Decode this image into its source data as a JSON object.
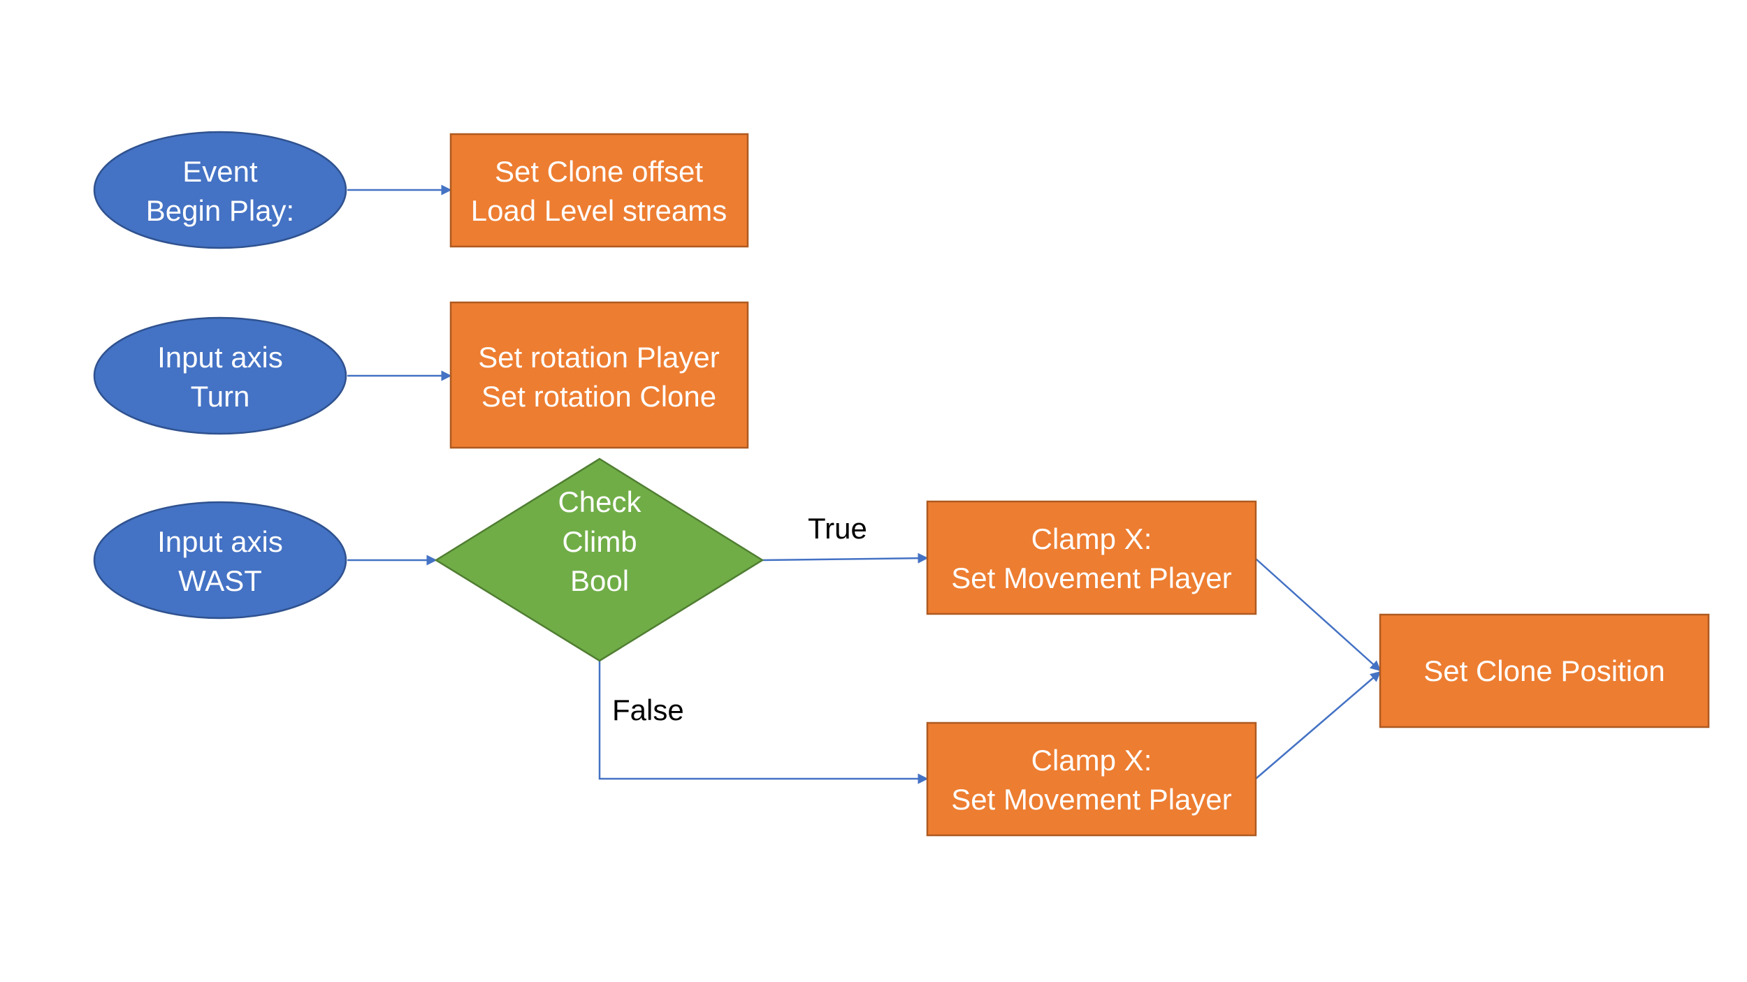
{
  "colors": {
    "start_fill": "#4472C4",
    "start_stroke": "#2F528F",
    "process_fill": "#ED7D31",
    "process_stroke": "#AE5A21",
    "decision_fill": "#70AD47",
    "decision_stroke": "#507E32",
    "edge": "#4472C4",
    "node_text": "#FFFFFF",
    "label_text": "#000000"
  },
  "nodes": {
    "event_begin_play": {
      "line1": "Event",
      "line2": "Begin Play:"
    },
    "set_clone_offset": {
      "line1": "Set Clone offset",
      "line2": "Load Level streams"
    },
    "input_axis_turn": {
      "line1": "Input axis",
      "line2": "Turn"
    },
    "set_rotation": {
      "line1": "Set rotation Player",
      "line2": "Set rotation Clone"
    },
    "input_axis_wast": {
      "line1": "Input axis",
      "line2": "WAST"
    },
    "check_climb_bool": {
      "line1": "Check",
      "line2": "Climb",
      "line3": "Bool"
    },
    "clamp_true": {
      "line1": "Clamp X:",
      "line2": "Set Movement Player"
    },
    "clamp_false": {
      "line1": "Clamp X:",
      "line2": "Set Movement Player"
    },
    "set_clone_position": {
      "line1": "Set Clone Position"
    }
  },
  "edge_labels": {
    "true_label": "True",
    "false_label": "False"
  }
}
